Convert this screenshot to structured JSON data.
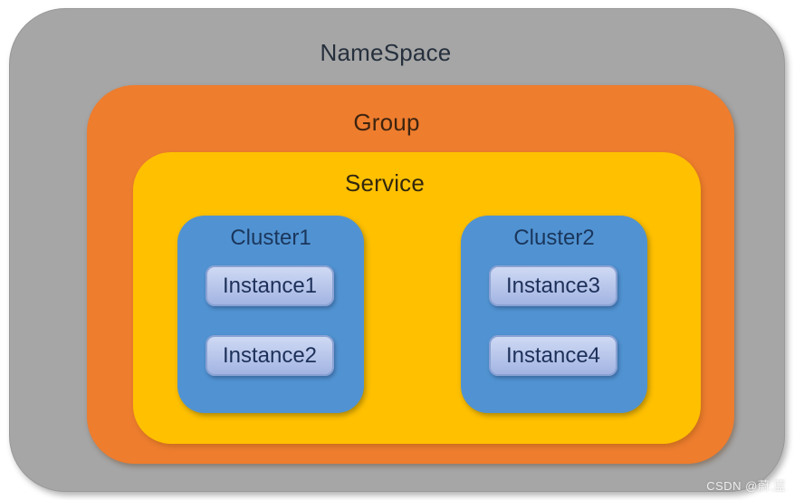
{
  "page": {
    "background": "#ffffff"
  },
  "diagram": {
    "namespace": {
      "label": "NameSpace",
      "fill": "#a6a6a6",
      "text_color": "#26303d"
    },
    "group": {
      "label": "Group",
      "fill": "#ee7d2e",
      "text_color": "#3d2410"
    },
    "service": {
      "label": "Service",
      "fill": "#ffc000",
      "text_color": "#32270e"
    },
    "clusters": [
      {
        "label": "Cluster1",
        "fill": "#5193d2",
        "instances": [
          {
            "label": "Instance1"
          },
          {
            "label": "Instance2"
          }
        ]
      },
      {
        "label": "Cluster2",
        "fill": "#5193d2",
        "instances": [
          {
            "label": "Instance3"
          },
          {
            "label": "Instance4"
          }
        ]
      }
    ],
    "instance_style": {
      "fill": "#b9c8ec",
      "border": "#8aa2d4",
      "text_color": "#1d3059"
    }
  },
  "watermark": {
    "text": "CSDN @蔚.蓝",
    "color": "#ffffff"
  }
}
